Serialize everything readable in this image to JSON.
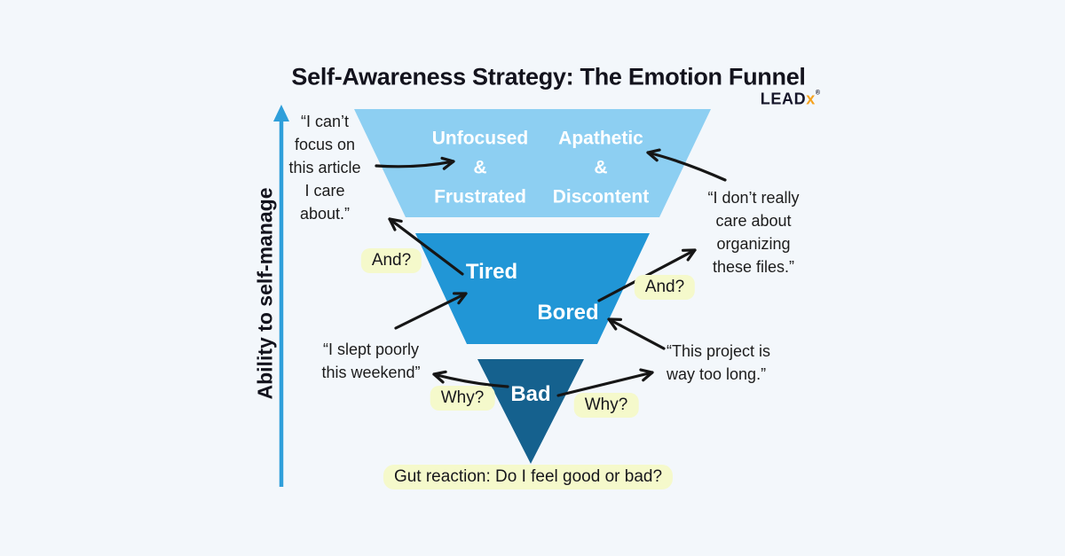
{
  "title": "Self-Awareness Strategy: The Emotion Funnel",
  "logo": {
    "lead": "LEAD",
    "x": "x",
    "mark": "®"
  },
  "axis_label": "Ability to self-manage",
  "colors": {
    "background": "#F3F7FB",
    "level_top": "#8DCFF2",
    "level_middle": "#2196D6",
    "level_bottom": "#15618E",
    "axis_arrow": "#2F9FDA",
    "badge_bg": "#F5F9CB",
    "arrow": "#161616",
    "logo_x": "#F6A21D",
    "funnel_text": "#FFFFFF"
  },
  "funnel": {
    "top_left": "Unfocused\n&\nFrustrated",
    "top_right": "Apathetic\n&\nDiscontent",
    "middle_left": "Tired",
    "middle_right": "Bored",
    "bottom": "Bad"
  },
  "quotes": {
    "cant_focus": "“I can’t\nfocus on\nthis article\nI care\nabout.”",
    "dont_care": "“I don’t really\ncare about\norganizing\nthese files.”",
    "slept_poorly": "“I slept poorly\nthis weekend”",
    "project_long": "“This project is\nway too long.”"
  },
  "badges": {
    "and_left": "And?",
    "and_right": "And?",
    "why_left": "Why?",
    "why_right": "Why?",
    "gut_reaction": "Gut reaction: Do I feel good or bad?"
  }
}
